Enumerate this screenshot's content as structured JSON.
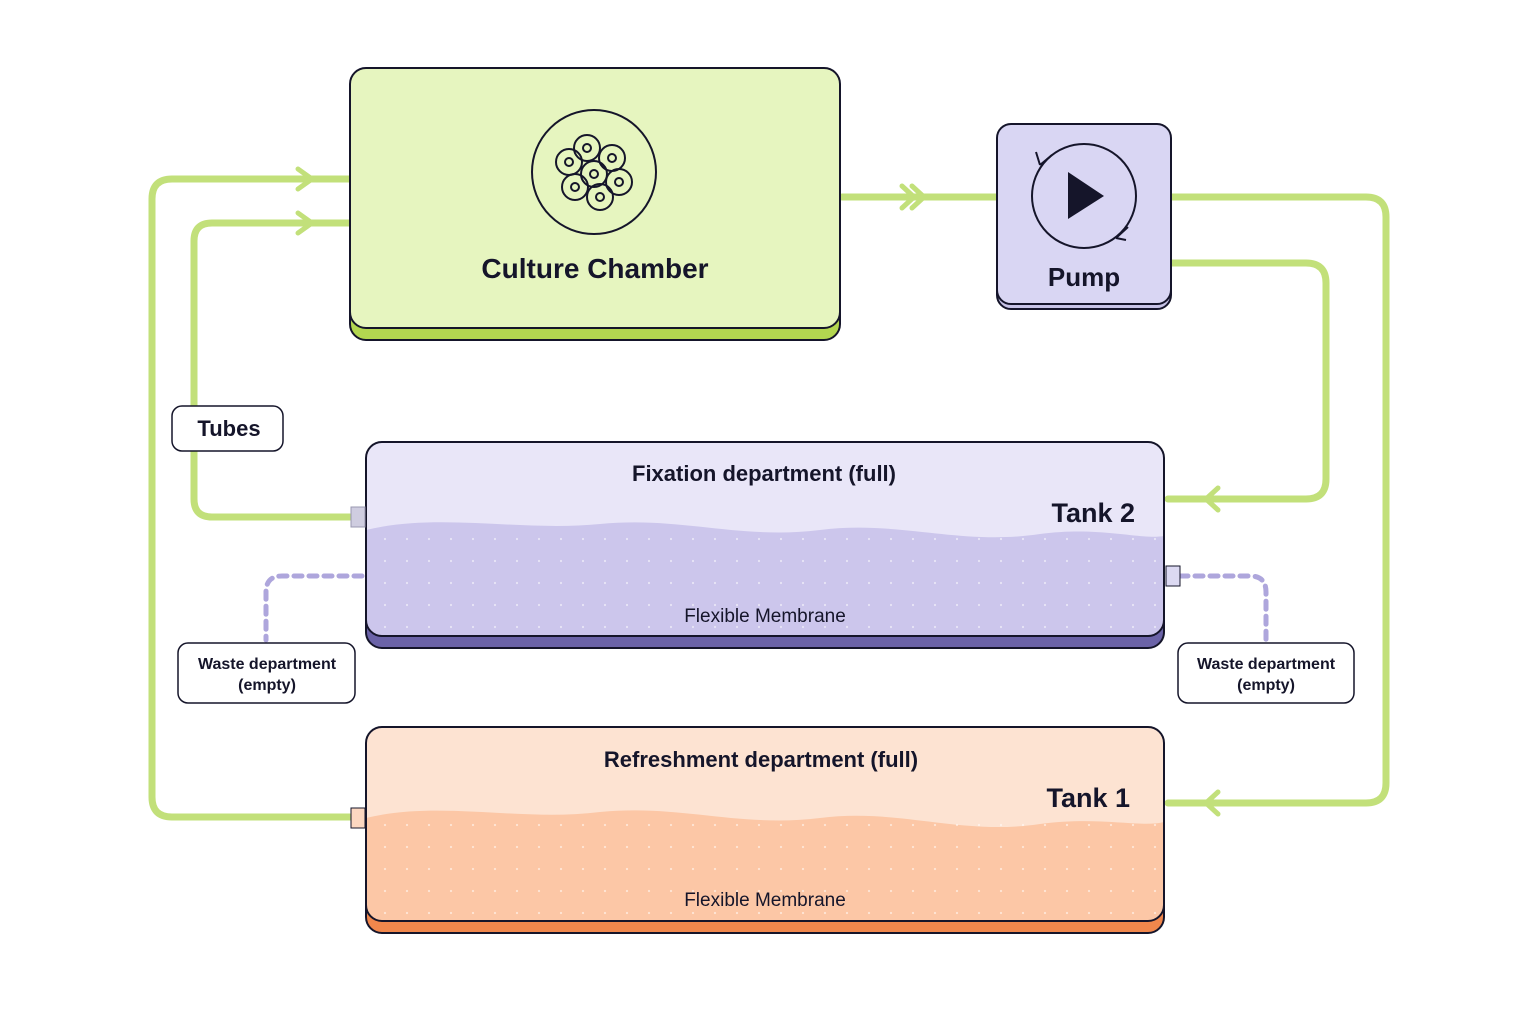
{
  "culture_chamber": {
    "label": "Culture Chamber",
    "icon": "cells-icon"
  },
  "pump": {
    "label": "Pump",
    "icon": "play-cycle-icon"
  },
  "tubes_label": "Tubes",
  "tank2": {
    "department": "Fixation department (full)",
    "name": "Tank 2",
    "membrane": "Flexible Membrane"
  },
  "tank1": {
    "department": "Refreshment department (full)",
    "name": "Tank 1",
    "membrane": "Flexible Membrane"
  },
  "waste_left": {
    "line1": "Waste department",
    "line2": "(empty)"
  },
  "waste_right": {
    "line1": "Waste department",
    "line2": "(empty)"
  },
  "colors": {
    "tube": "#c2e07a",
    "chamber_fill": "#e6f5bf",
    "chamber_base": "#b3d650",
    "pump_fill": "#d9d6f3",
    "tank2_top": "#e9e6f8",
    "tank2_liquid": "#ccc6ec",
    "tank2_base": "#6b63a8",
    "tank1_top": "#fde3d2",
    "tank1_liquid": "#fcc7a6",
    "tank1_base": "#f0874c",
    "waste_line": "#aea6dc",
    "outline": "#15152a"
  }
}
